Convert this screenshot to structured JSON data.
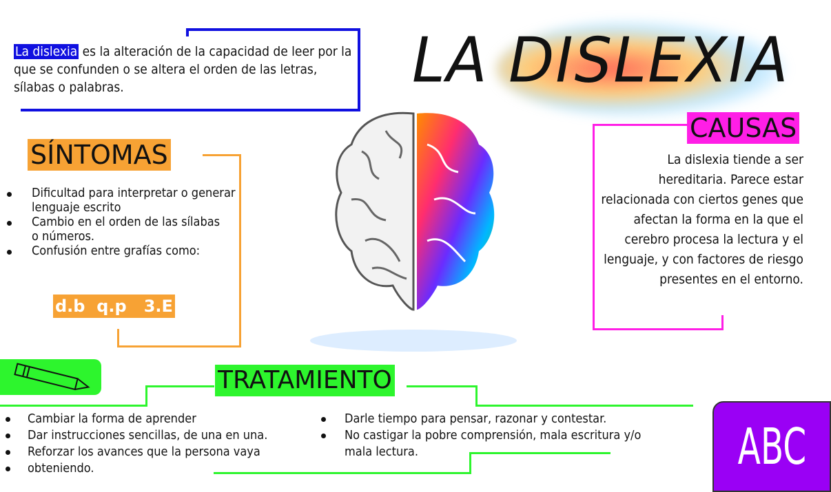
{
  "title": "LA DISLEXIA",
  "definition": {
    "highlight": "La dislexia",
    "text": " es la alteración de la capacidad de leer por la que se confunden o se altera el orden de las letras, sílabas o palabras."
  },
  "sintomas": {
    "label": "SÍNTOMAS",
    "items": [
      "Dificultad para interpretar o generar lenguaje escrito",
      "Cambio en el orden de las sílabas o números.",
      "Confusión entre grafías como:"
    ],
    "examples": "d.b  q.p   3.E"
  },
  "causas": {
    "label": "CAUSAS",
    "text": "La dislexia tiende a ser hereditaria. Parece estar relacionada con ciertos genes que afectan la forma en la que el cerebro procesa la lectura y el lenguaje, y con factores de riesgo presentes en el entorno."
  },
  "tratamiento": {
    "label": "TRATAMIENTO",
    "left_items": [
      "Cambiar la forma de aprender",
      "Dar instrucciones sencillas, de una en una.",
      "Reforzar los avances que la persona vaya",
      "obteniendo."
    ],
    "right_items": [
      "Darle tiempo para pensar, razonar y contestar.",
      "No castigar la pobre comprensión, mala escritura y/o mala lectura."
    ]
  },
  "abc_badge": "ABC",
  "colors": {
    "blue": "#1010e0",
    "orange": "#f7a234",
    "magenta": "#ff1ee6",
    "green": "#2df52d",
    "purple": "#9a00f5"
  }
}
